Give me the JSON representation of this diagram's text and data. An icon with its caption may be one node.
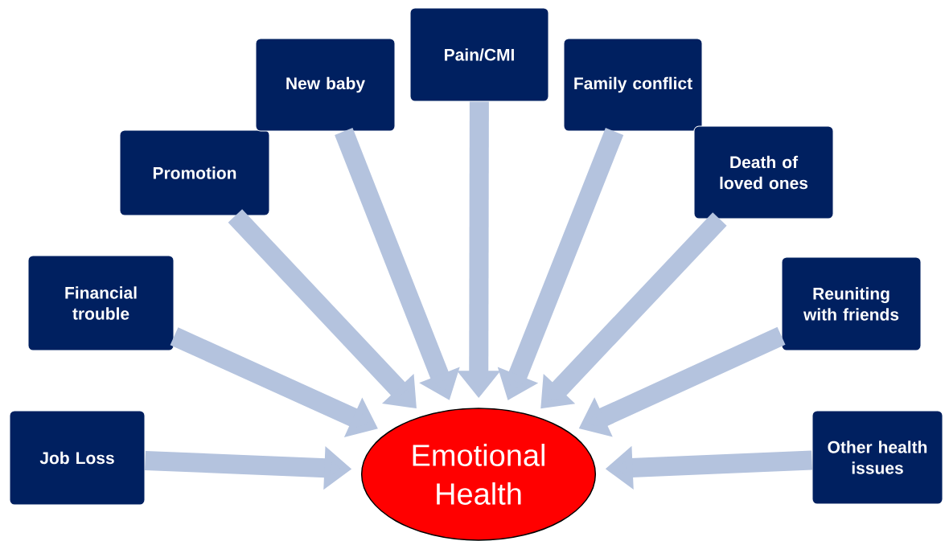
{
  "diagram": {
    "nodes": [
      {
        "text": [
          "Job Loss"
        ]
      },
      {
        "text": [
          "Financial trouble"
        ]
      },
      {
        "text": [
          "Promotion"
        ]
      },
      {
        "text": [
          "New baby"
        ]
      },
      {
        "text": [
          "Pain/CMI"
        ]
      },
      {
        "text": [
          "Family conflict"
        ]
      },
      {
        "text": [
          "Death of loved ones"
        ]
      },
      {
        "text": [
          "Reuniting with friends"
        ]
      },
      {
        "text": [
          "Other health issues"
        ]
      },
      {
        "text": [
          "Emotional Health"
        ]
      }
    ],
    "edges": [
      {
        "from": 0,
        "to": 9,
        "arrow": "to"
      },
      {
        "from": 1,
        "to": 9,
        "arrow": "to"
      },
      {
        "from": 2,
        "to": 9,
        "arrow": "to"
      },
      {
        "from": 3,
        "to": 9,
        "arrow": "to"
      },
      {
        "from": 4,
        "to": 9,
        "arrow": "to"
      },
      {
        "from": 5,
        "to": 9,
        "arrow": "to"
      },
      {
        "from": 6,
        "to": 9,
        "arrow": "to"
      },
      {
        "from": 7,
        "to": 9,
        "arrow": "to"
      },
      {
        "from": 8,
        "to": 9,
        "arrow": "to"
      }
    ]
  }
}
